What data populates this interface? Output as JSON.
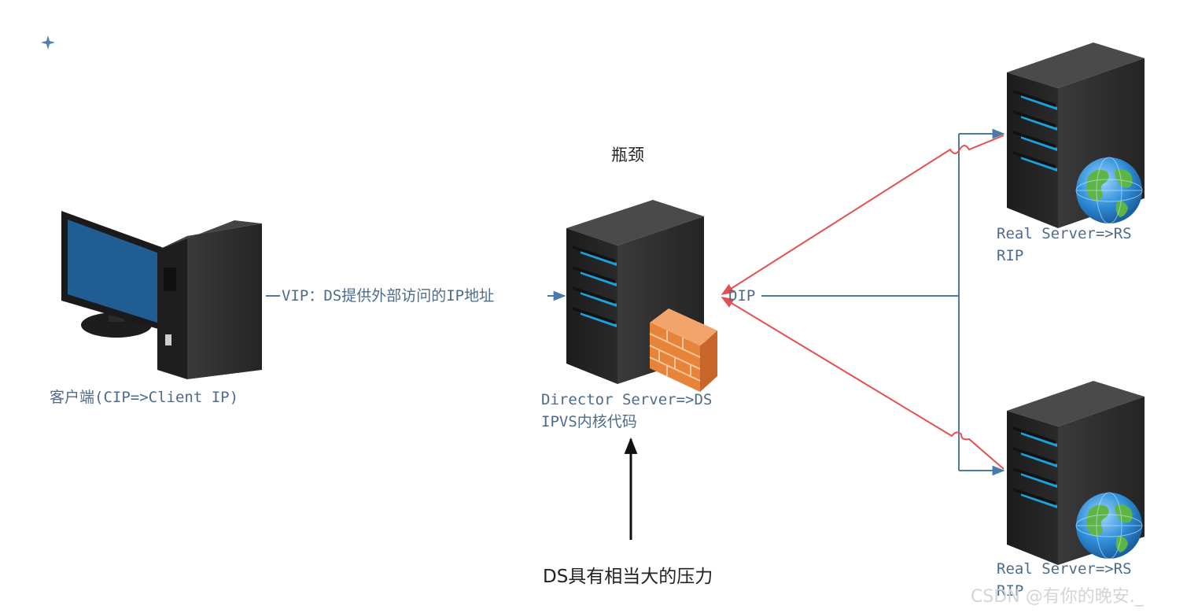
{
  "labels": {
    "bottleneck": "瓶颈",
    "vip": "VIP：DS提供外部访问的IP地址",
    "dip": "DIP",
    "client": "客户端(CIP=>Client IP)",
    "director_line1": "Director Server=>DS",
    "director_line2": "IPVS内核代码",
    "rs1_line1": "Real Server=>RS",
    "rs1_line2": "RIP",
    "rs2_line1": "Real Server=>RS",
    "rs2_line2": "RIP",
    "pressure": "DS具有相当大的压力",
    "watermark": "CSDN @有你的晚安._"
  },
  "colors": {
    "line_blue": "#4a7aa8",
    "line_red": "#e4504f",
    "label_blue": "#4d6b8c",
    "server_body": "#2e2e2e",
    "server_light": "#1ea0d8",
    "firewall": "#e8843a",
    "monitor_screen": "#1f5d92",
    "globe_sea": "#2f8fd8",
    "globe_land": "#5cb544"
  },
  "icons": [
    "client-computer-icon",
    "director-server-icon",
    "firewall-icon",
    "real-server-icon",
    "globe-icon",
    "sparkle-icon"
  ]
}
